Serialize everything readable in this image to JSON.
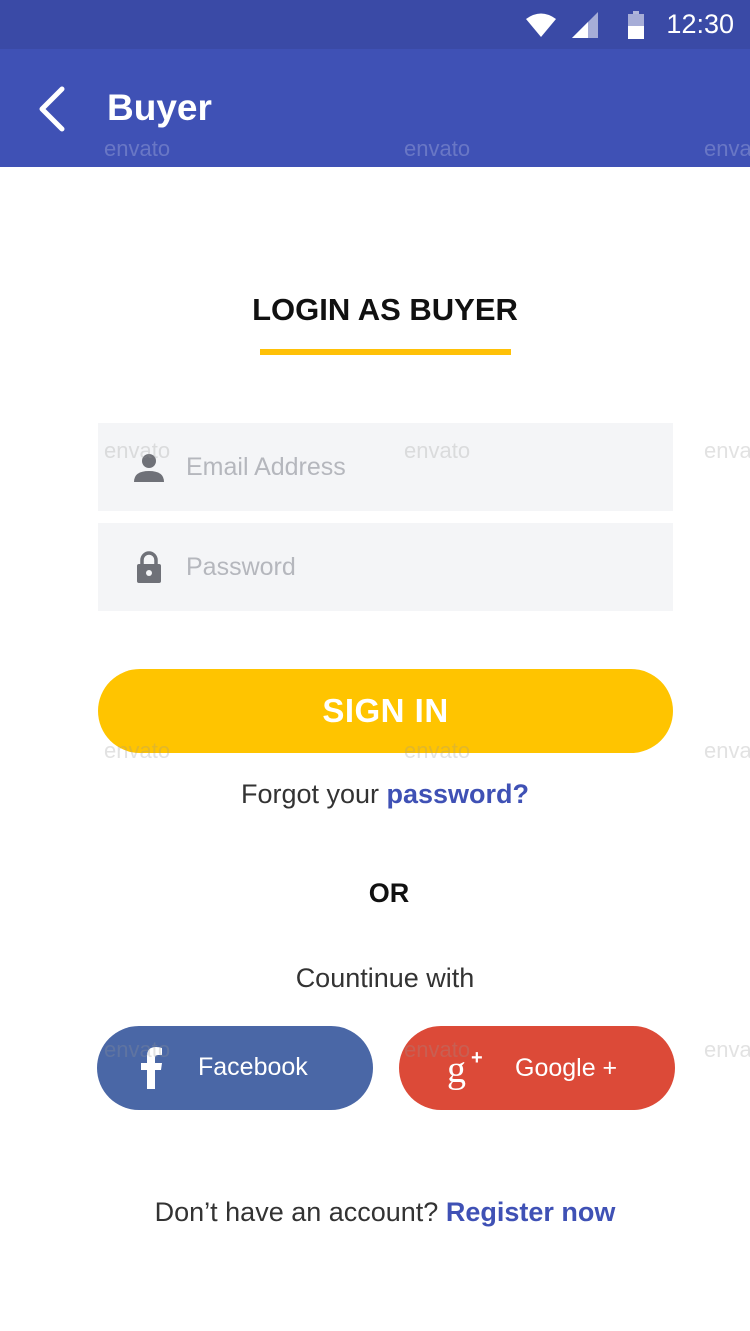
{
  "status_bar": {
    "time": "12:30",
    "icons": [
      "wifi-icon",
      "cellular-signal-icon",
      "battery-icon"
    ]
  },
  "app_bar": {
    "back_icon": "back-arrow-icon",
    "title": "Buyer"
  },
  "watermark_text": "envato",
  "login": {
    "heading": "LOGIN AS BUYER",
    "email_placeholder": "Email Address",
    "email_icon": "user-icon",
    "password_placeholder": "Password",
    "password_icon": "lock-icon",
    "signin_label": "SIGN IN",
    "forgot_prefix": "Forgot your ",
    "forgot_link": "password?"
  },
  "divider": {
    "or_label": "OR",
    "continue_label": "Countinue with"
  },
  "social": {
    "facebook_label": "Facebook",
    "facebook_icon": "facebook-icon",
    "google_label": "Google +",
    "google_icon": "google-plus-icon"
  },
  "register": {
    "prefix": "Don’t have an account? ",
    "link": "Register now"
  },
  "colors": {
    "primary": "#3f51b5",
    "status_bar": "#3a4aa6",
    "accent": "#ffc400",
    "facebook": "#4a67a6",
    "google": "#dc4a38"
  }
}
